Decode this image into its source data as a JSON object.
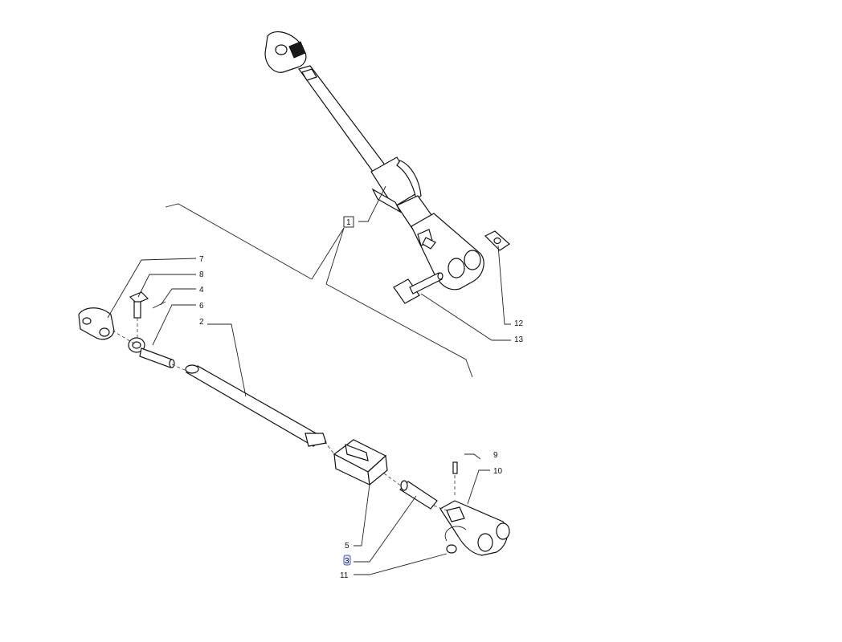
{
  "callouts": {
    "c1": "1",
    "c2": "2",
    "c3": "3",
    "c4": "4",
    "c5": "5",
    "c6": "6",
    "c7": "7",
    "c8": "8",
    "c9": "9",
    "c10": "10",
    "c11": "11",
    "c12": "12",
    "c13": "13"
  },
  "highlighted_callout": "3",
  "colors": {
    "line": "#111111",
    "highlight": "#4a55c8",
    "background": "#ffffff"
  }
}
